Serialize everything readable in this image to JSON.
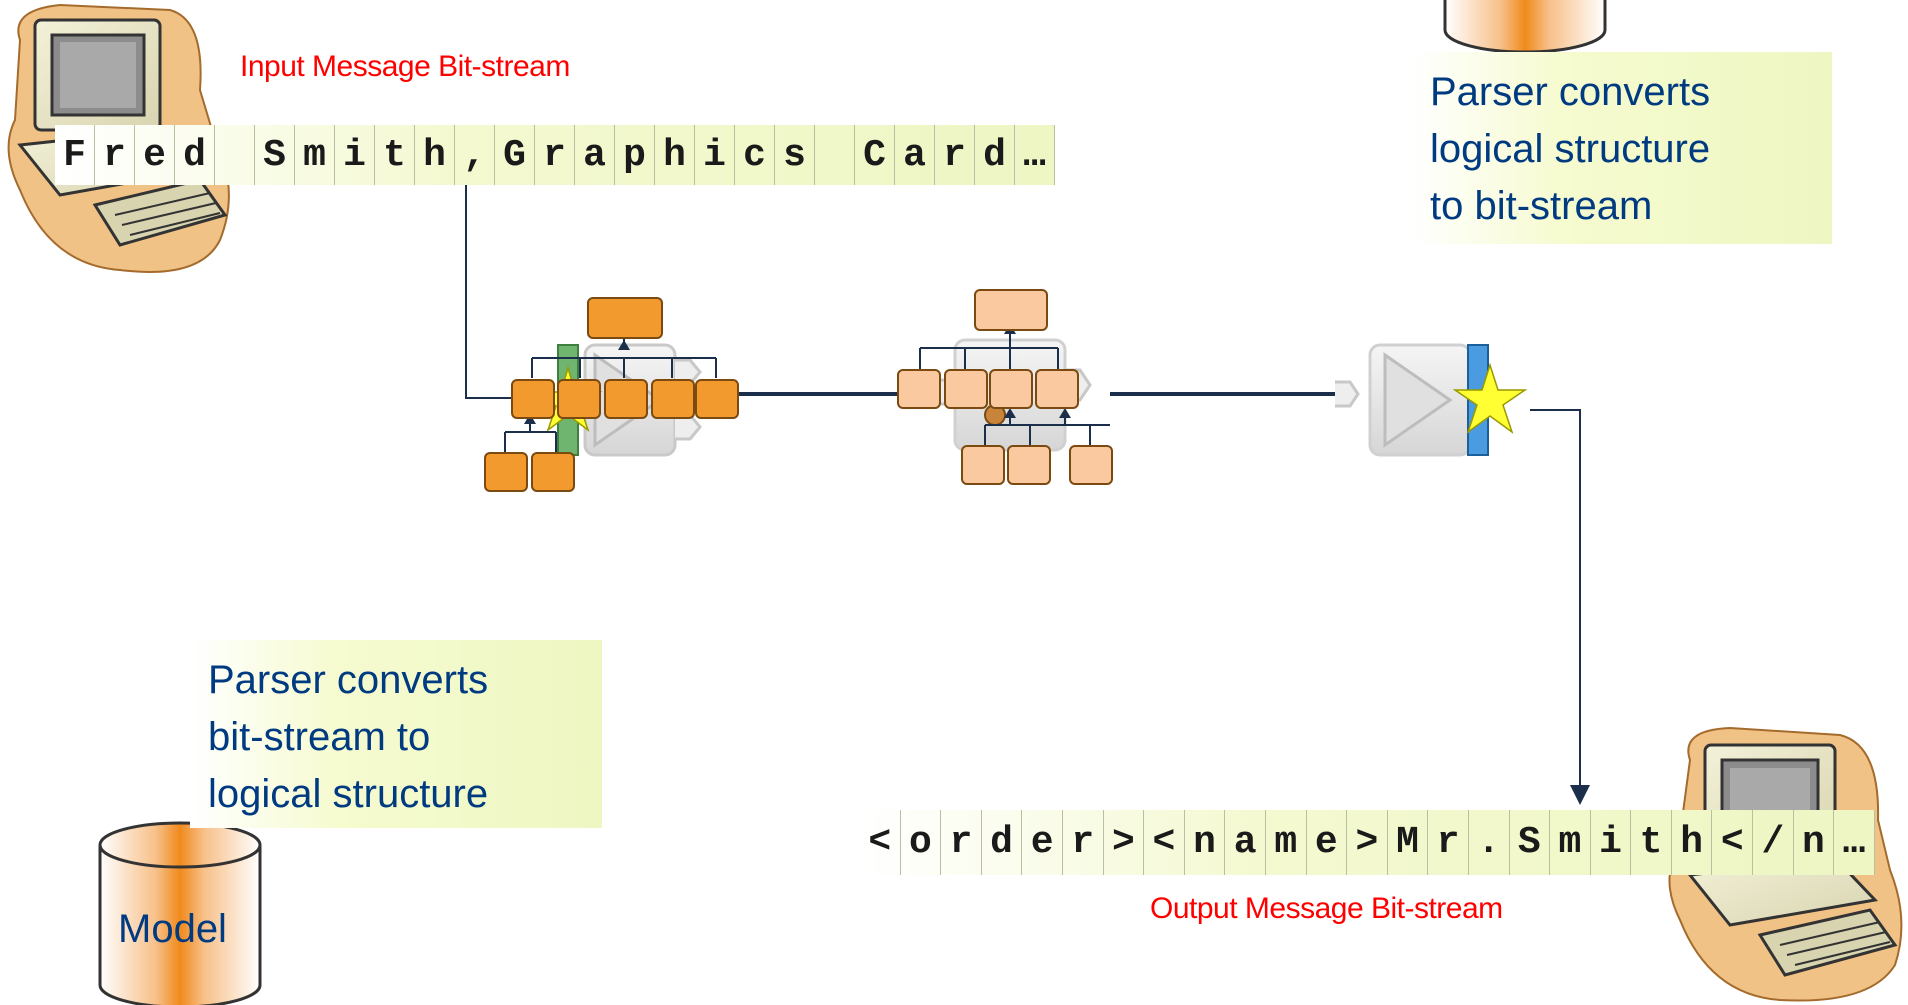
{
  "input": {
    "caption": "Input Message Bit-stream",
    "cells": [
      "F",
      "r",
      "e",
      "d",
      " ",
      "S",
      "m",
      "i",
      "t",
      "h",
      ",",
      "G",
      "r",
      "a",
      "p",
      "h",
      "i",
      "c",
      "s",
      " ",
      "C",
      "a",
      "r",
      "d",
      "…"
    ]
  },
  "output": {
    "caption": "Output Message Bit-stream",
    "cells": [
      "<",
      "o",
      "r",
      "d",
      "e",
      "r",
      ">",
      "<",
      "n",
      "a",
      "m",
      "e",
      ">",
      "M",
      "r",
      ".",
      "S",
      "m",
      "i",
      "t",
      "h",
      "<",
      "/",
      "n",
      "…"
    ]
  },
  "notes": {
    "top_right": [
      "Parser converts",
      "logical structure",
      "to bit-stream"
    ],
    "bottom_left": [
      "Parser converts",
      "bit-stream to",
      "logical structure"
    ]
  },
  "database": {
    "label": "Model"
  },
  "colors": {
    "caption": "#ff0000",
    "note_text": "#003a80",
    "node_dark": "#f29a2e",
    "node_light": "#fbc99f",
    "connector": "#1b2f4a",
    "input_terminal": "#6fb56f",
    "output_terminal": "#4a9be0",
    "star": "#ffff33"
  },
  "icons": {
    "computer": "desktop-computer-icon",
    "database": "database-cylinder-icon",
    "input_node": "mq-input-node-icon",
    "compute_node": "compute-node-icon",
    "output_node": "mq-output-node-icon"
  }
}
